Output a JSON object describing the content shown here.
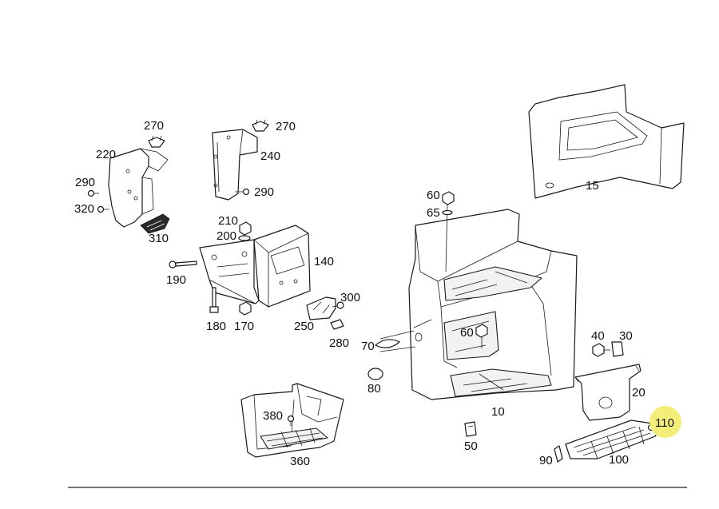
{
  "diagram": {
    "highlight_color": "#f3ee7a",
    "highlighted_part": "110",
    "labels": {
      "l270a": "270",
      "l270b": "270",
      "l220": "220",
      "l240": "240",
      "l290a": "290",
      "l290b": "290",
      "l320": "320",
      "l310": "310",
      "l210": "210",
      "l200": "200",
      "l140": "140",
      "l190": "190",
      "l300": "300",
      "l180": "180",
      "l170": "170",
      "l250": "250",
      "l280": "280",
      "l15": "15",
      "l60a": "60",
      "l65": "65",
      "l60b": "60",
      "l40": "40",
      "l30": "30",
      "l70": "70",
      "l80": "80",
      "l20": "20",
      "l10": "10",
      "l110": "110",
      "l380": "380",
      "l50": "50",
      "l90": "90",
      "l100": "100",
      "l360": "360"
    }
  }
}
